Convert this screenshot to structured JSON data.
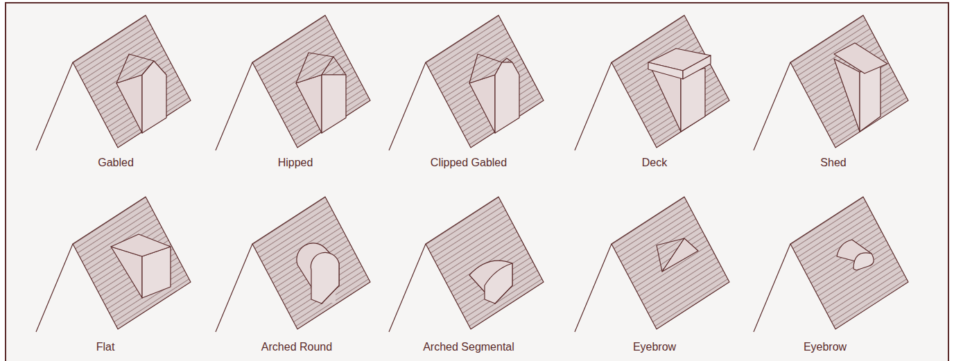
{
  "diagram": {
    "labels": [
      "Gabled",
      "Hipped",
      "Clipped Gabled",
      "Deck",
      "Shed",
      "Flat",
      "Arched Round",
      "Arched Segmental",
      "Eyebrow",
      "Eyebrow"
    ]
  }
}
